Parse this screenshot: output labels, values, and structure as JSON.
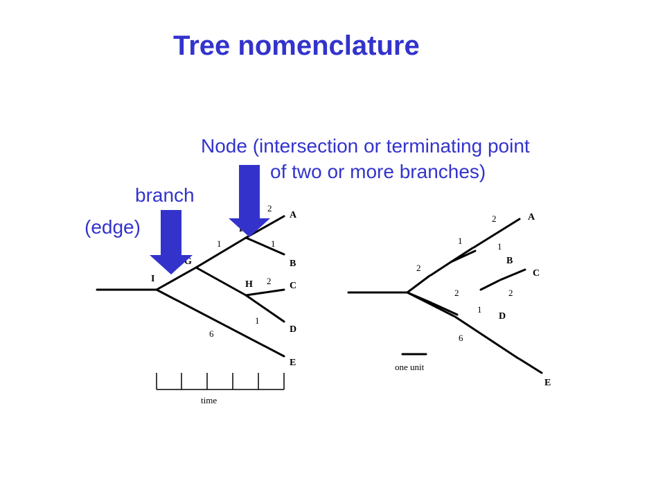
{
  "title": "Tree nomenclature",
  "colors": {
    "title": "#3333cc",
    "arrow": "#3333cc",
    "line": "#000000",
    "text": "#000000"
  },
  "node_annotation": {
    "line1": "Node (intersection or terminating point",
    "line2": "of two or more branches)"
  },
  "branch_annotation": {
    "line1": "branch",
    "line2": "(edge)"
  },
  "left_tree": {
    "nodes": {
      "I": "I",
      "G": "G",
      "F": "F",
      "H": "H"
    },
    "taxa": {
      "A": "A",
      "B": "B",
      "C": "C",
      "D": "D",
      "E": "E"
    },
    "branch_lengths": {
      "FA": "2",
      "FB": "1",
      "GF": "1",
      "HC": "2",
      "HD": "1",
      "IE": "6"
    },
    "scale_label": "time"
  },
  "right_tree": {
    "taxa": {
      "A": "A",
      "B": "B",
      "C": "C",
      "D": "D",
      "E": "E"
    },
    "branch_lengths": {
      "A": "2",
      "B": "1",
      "AB": "1",
      "ABroot": "2",
      "C": "2",
      "D": "1",
      "CD": "2",
      "E": "6"
    },
    "scale_label": "one unit"
  }
}
